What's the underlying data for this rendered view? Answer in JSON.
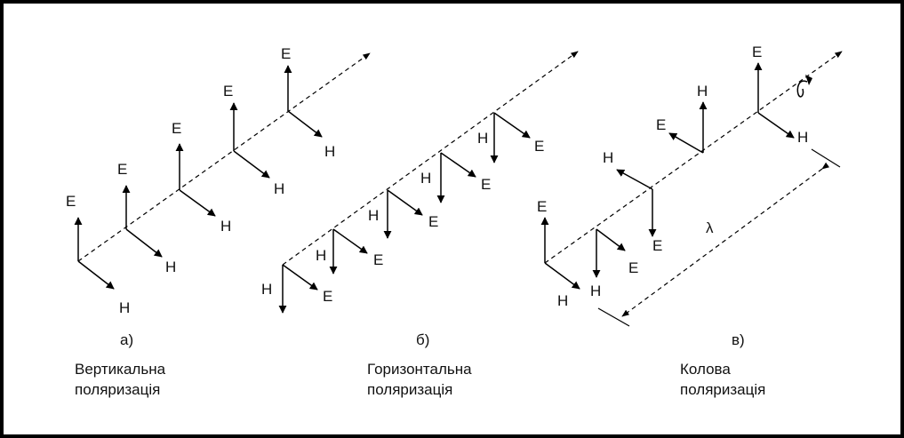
{
  "figure": {
    "field_labels": {
      "electric": "E",
      "magnetic": "H"
    },
    "wavelength_symbol": "λ",
    "panels": [
      {
        "id": "a",
        "letter": "а)",
        "caption_line1": "Вертикальна",
        "caption_line2": "поляризація"
      },
      {
        "id": "b",
        "letter": "б)",
        "caption_line1": "Горизонтальна",
        "caption_line2": "поляризація"
      },
      {
        "id": "c",
        "letter": "в)",
        "caption_line1": "Колова",
        "caption_line2": "поляризація"
      }
    ]
  }
}
